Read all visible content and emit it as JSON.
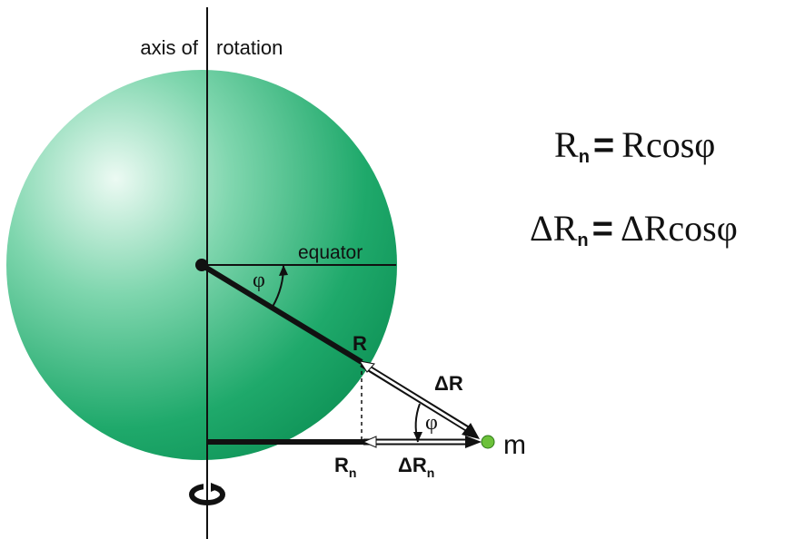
{
  "labels": {
    "axis_left": "axis of",
    "axis_right": "rotation",
    "equator": "equator",
    "phi_top": "φ",
    "R": "R",
    "delta_R": "ΔR",
    "phi_bottom": "φ",
    "m": "m",
    "Rn_main": "R",
    "Rn_sub": "n",
    "dRn_main": "ΔR",
    "dRn_sub": "n"
  },
  "formulas": {
    "f1": {
      "lhs": "R",
      "lhs_sub": "n",
      "eq": "=",
      "rhs": "Rcosφ"
    },
    "f2": {
      "lhs": "ΔR",
      "lhs_sub": "n",
      "eq": "=",
      "rhs": "ΔRcosφ"
    }
  },
  "colors": {
    "sphere_light": "#d8f2e6",
    "sphere_mid": "#3fbf8a",
    "sphere_dark": "#0f9a5c",
    "mass_point": "#6cc13a",
    "ink": "#111111"
  },
  "icons": {
    "rotation": "rotation-arrow-icon"
  }
}
